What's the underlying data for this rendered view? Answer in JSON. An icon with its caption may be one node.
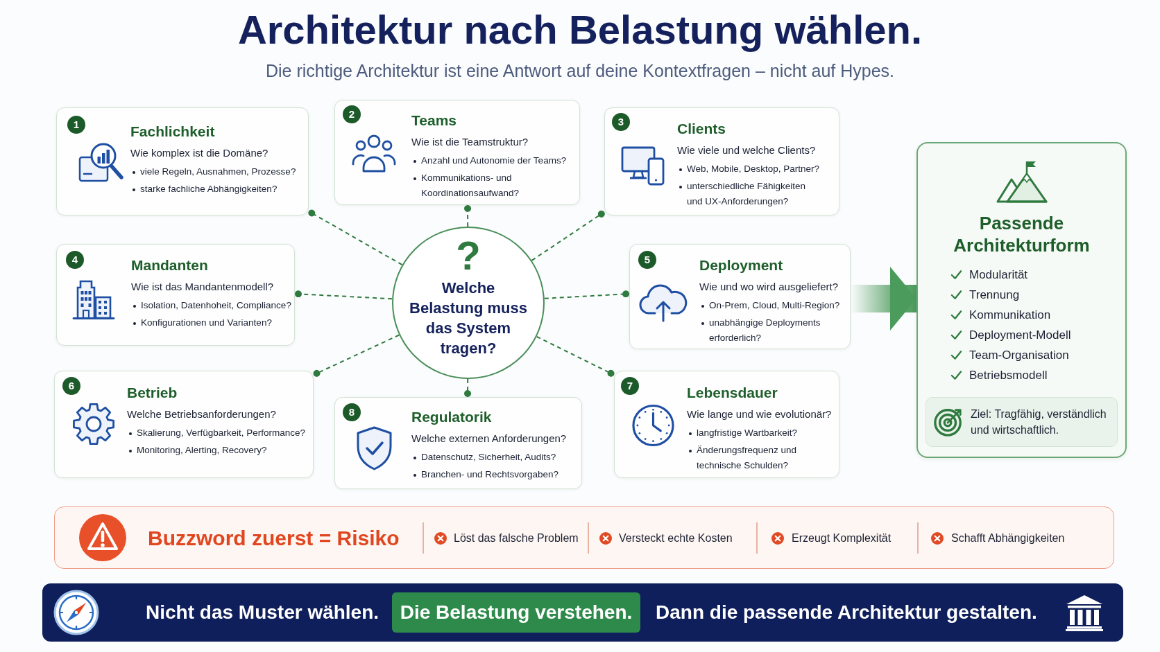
{
  "diagram": {
    "title": "Architektur nach Belastung wählen.",
    "nodes": [
      {
        "text": [
          "1",
          "Fachlichkeit",
          "Wie komplex ist die Domäne?",
          "viele Regeln, Ausnahmen, Prozesse?",
          "starke fachliche Abhängigkeiten?"
        ]
      },
      {
        "text": [
          "2",
          "Teams",
          "Wie ist die Teamstruktur?",
          "Anzahl und Autonomie der Teams?",
          "Kommunikations- und Koordinationsaufwand?"
        ]
      },
      {
        "text": [
          "3",
          "Clients",
          "Wie viele und welche Clients?",
          "Web, Mobile, Desktop, Partner?",
          "unterschiedliche Fähigkeiten und UX-Anforderungen?"
        ]
      },
      {
        "text": [
          "4",
          "Mandanten",
          "Wie ist das Mandantenmodell?",
          "Isolation, Datenhoheit, Compliance?",
          "Konfigurationen und Varianten?"
        ]
      },
      {
        "text": [
          "?",
          "Welche Belastung muss das System tragen?"
        ]
      },
      {
        "text": [
          "5",
          "Deployment",
          "Wie und wo wird ausgeliefert?",
          "On-Prem, Cloud, Multi-Region?",
          "unabhängige Deployments erforderlich?"
        ]
      },
      {
        "text": [
          "6",
          "Betrieb",
          "Welche Betriebsanforderungen?",
          "Skalierung, Verfügbarkeit, Performance?",
          "Monitoring, Alerting, Recovery?"
        ]
      },
      {
        "text": [
          "7",
          "Lebensdauer",
          "Wie lange und wie evolutionär?",
          "langfristige Wartbarkeit?",
          "Änderungsfrequenz und technische Schulden?"
        ]
      },
      {
        "text": [
          "8",
          "Regulatorik",
          "Welche externen Anforderungen?",
          "Datenschutz, Sicherheit, Audits?",
          "Branchen- und Rechtsvorgaben?"
        ]
      },
      {
        "text": [
          "Passende Architekturform",
          "Modularität",
          "Trennung",
          "Kommunikation",
          "Deployment-Modell",
          "Team-Organisation",
          "Betriebsmodell"
        ]
      },
      {
        "text": [
          "Ziel: Tragfähig, verständlich und wirtschaftlich."
        ],
        "in": 9
      },
      {
        "text": [
          "Buzzword zuerst = Risiko",
          "Löst das falsche Problem",
          "Versteckt echte Kosten",
          "Erzeugt Komplexität",
          "Schafft Abhängigkeiten"
        ]
      },
      {
        "text": [
          "Nicht das Muster wählen.",
          "Dann die passende Architektur gestalten."
        ]
      },
      {
        "text": [
          "Die Belastung verstehen."
        ],
        "in": 12
      }
    ],
    "edges": [
      {
        "from": 4,
        "to": 0,
        "arrow": "other",
        "style": "dashed"
      },
      {
        "from": 4,
        "to": 1,
        "arrow": "other",
        "style": "dashed"
      },
      {
        "from": 4,
        "to": 2,
        "arrow": "other",
        "style": "dashed"
      },
      {
        "from": 4,
        "to": 3,
        "arrow": "other",
        "style": "dashed"
      },
      {
        "from": 4,
        "to": 5,
        "arrow": "other",
        "style": "dashed"
      },
      {
        "from": 4,
        "to": 6,
        "arrow": "other",
        "style": "dashed"
      },
      {
        "from": 4,
        "to": 7,
        "arrow": "other",
        "style": "dashed"
      },
      {
        "from": 4,
        "to": 8,
        "arrow": "other",
        "style": "dashed"
      },
      {
        "from": 5,
        "to": 9,
        "arrow": "to",
        "style": "thick",
        "color": "#4b9b5c"
      }
    ],
    "labels": [
      "Die richtige Architektur ist eine Antwort auf deine Kontextfragen – nicht auf Hypes."
    ]
  }
}
